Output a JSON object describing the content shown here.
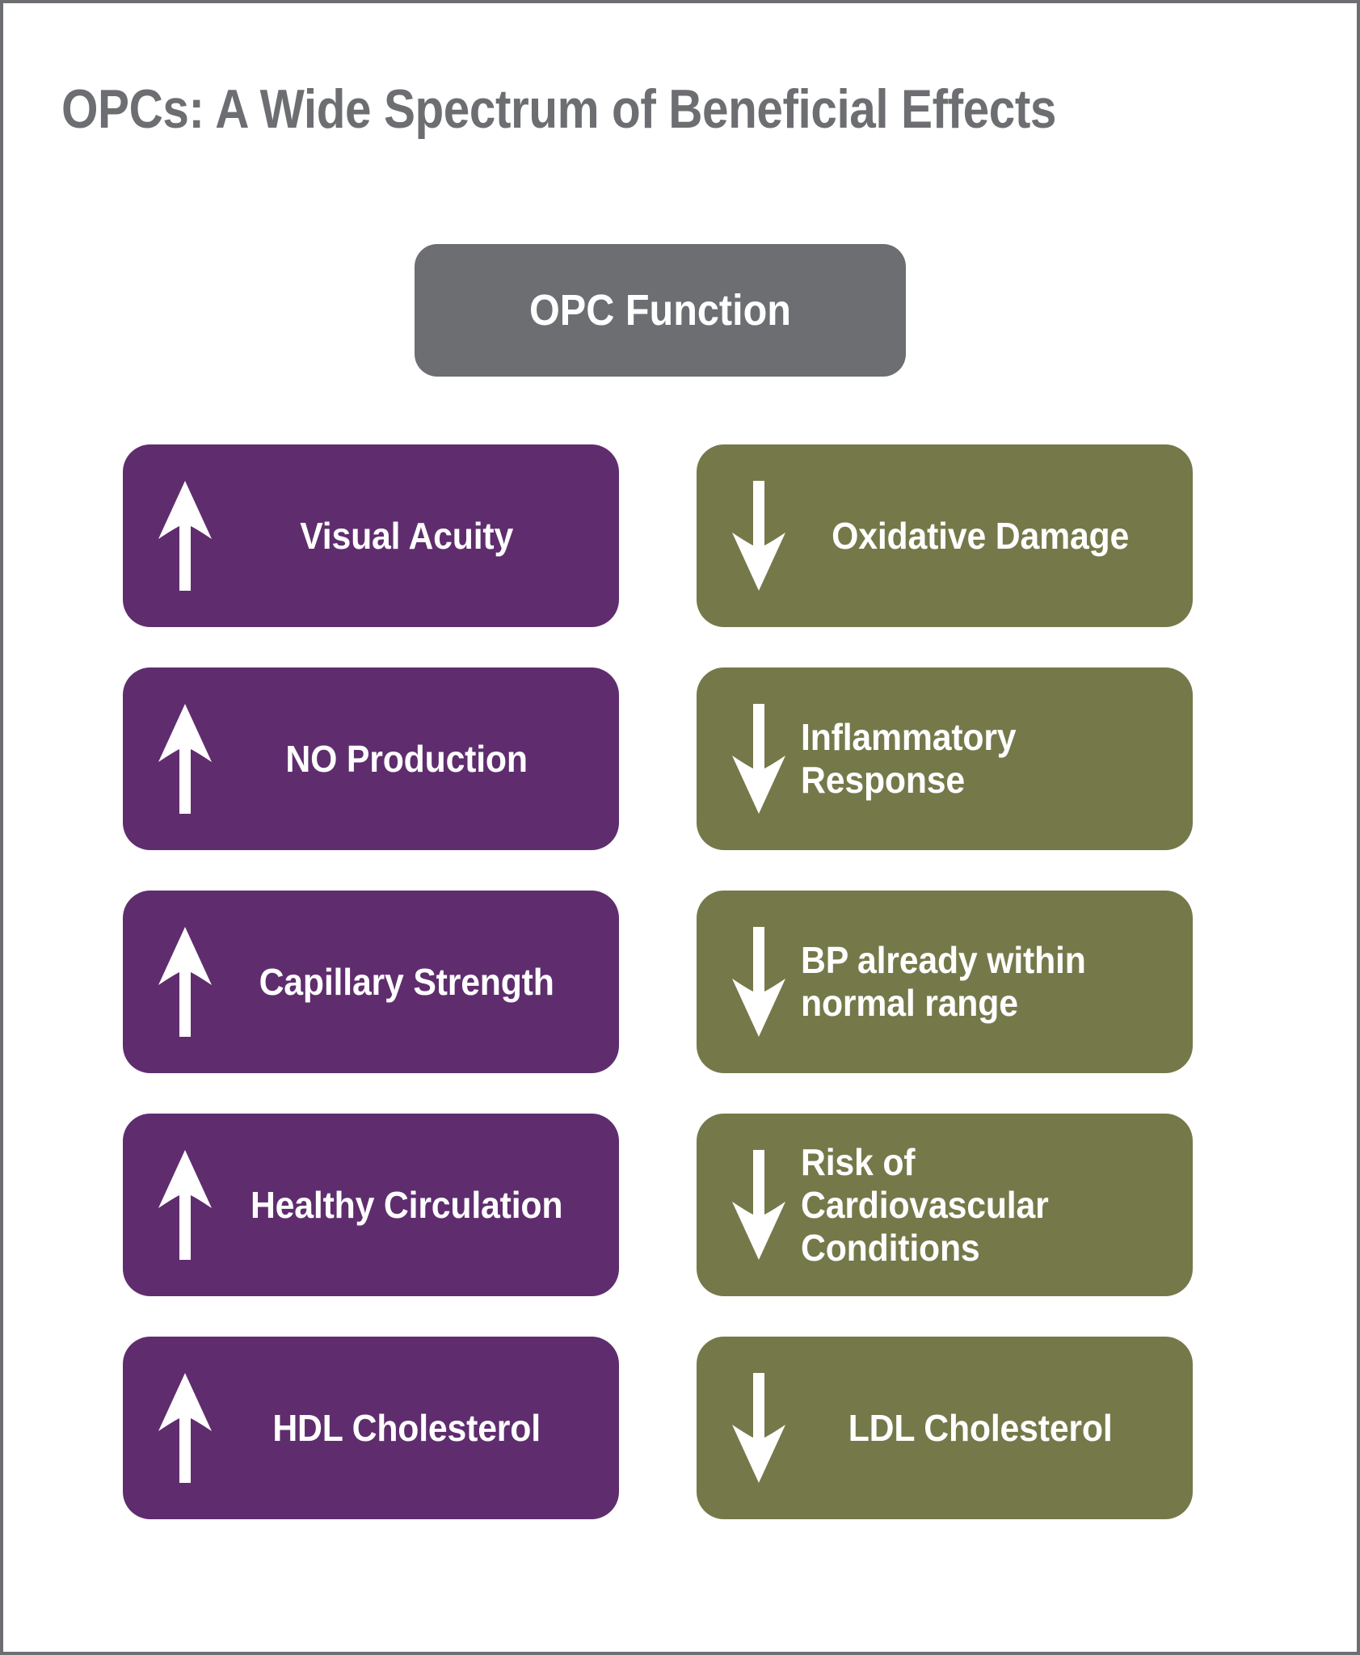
{
  "poster": {
    "title": "OPCs: A Wide Spectrum of Beneficial Effects",
    "header": {
      "label": "OPC Function",
      "color": "#6d6e72"
    },
    "colors": {
      "title_gray": "#6d6e72",
      "increase_purple": "#5f2d6e",
      "decrease_olive": "#75794a",
      "text_white": "#ffffff",
      "border_gray": "#6d6e72",
      "background": "#ffffff"
    },
    "columns": {
      "increase": {
        "direction": "up",
        "arrow_icon": "arrow-up-icon",
        "color": "#5f2d6e",
        "items": [
          {
            "lines": [
              "Visual Acuity"
            ]
          },
          {
            "lines": [
              "NO Production"
            ]
          },
          {
            "lines": [
              "Capillary Strength"
            ]
          },
          {
            "lines": [
              "Healthy Circulation"
            ]
          },
          {
            "lines": [
              "HDL Cholesterol"
            ]
          }
        ]
      },
      "decrease": {
        "direction": "down",
        "arrow_icon": "arrow-down-icon",
        "color": "#75794a",
        "items": [
          {
            "lines": [
              "Oxidative Damage"
            ]
          },
          {
            "lines": [
              "Inflammatory",
              "Response"
            ]
          },
          {
            "lines": [
              "BP already within",
              "normal range"
            ]
          },
          {
            "lines": [
              "Risk of Cardiovascular",
              "Conditions"
            ]
          },
          {
            "lines": [
              "LDL Cholesterol"
            ]
          }
        ]
      }
    }
  }
}
